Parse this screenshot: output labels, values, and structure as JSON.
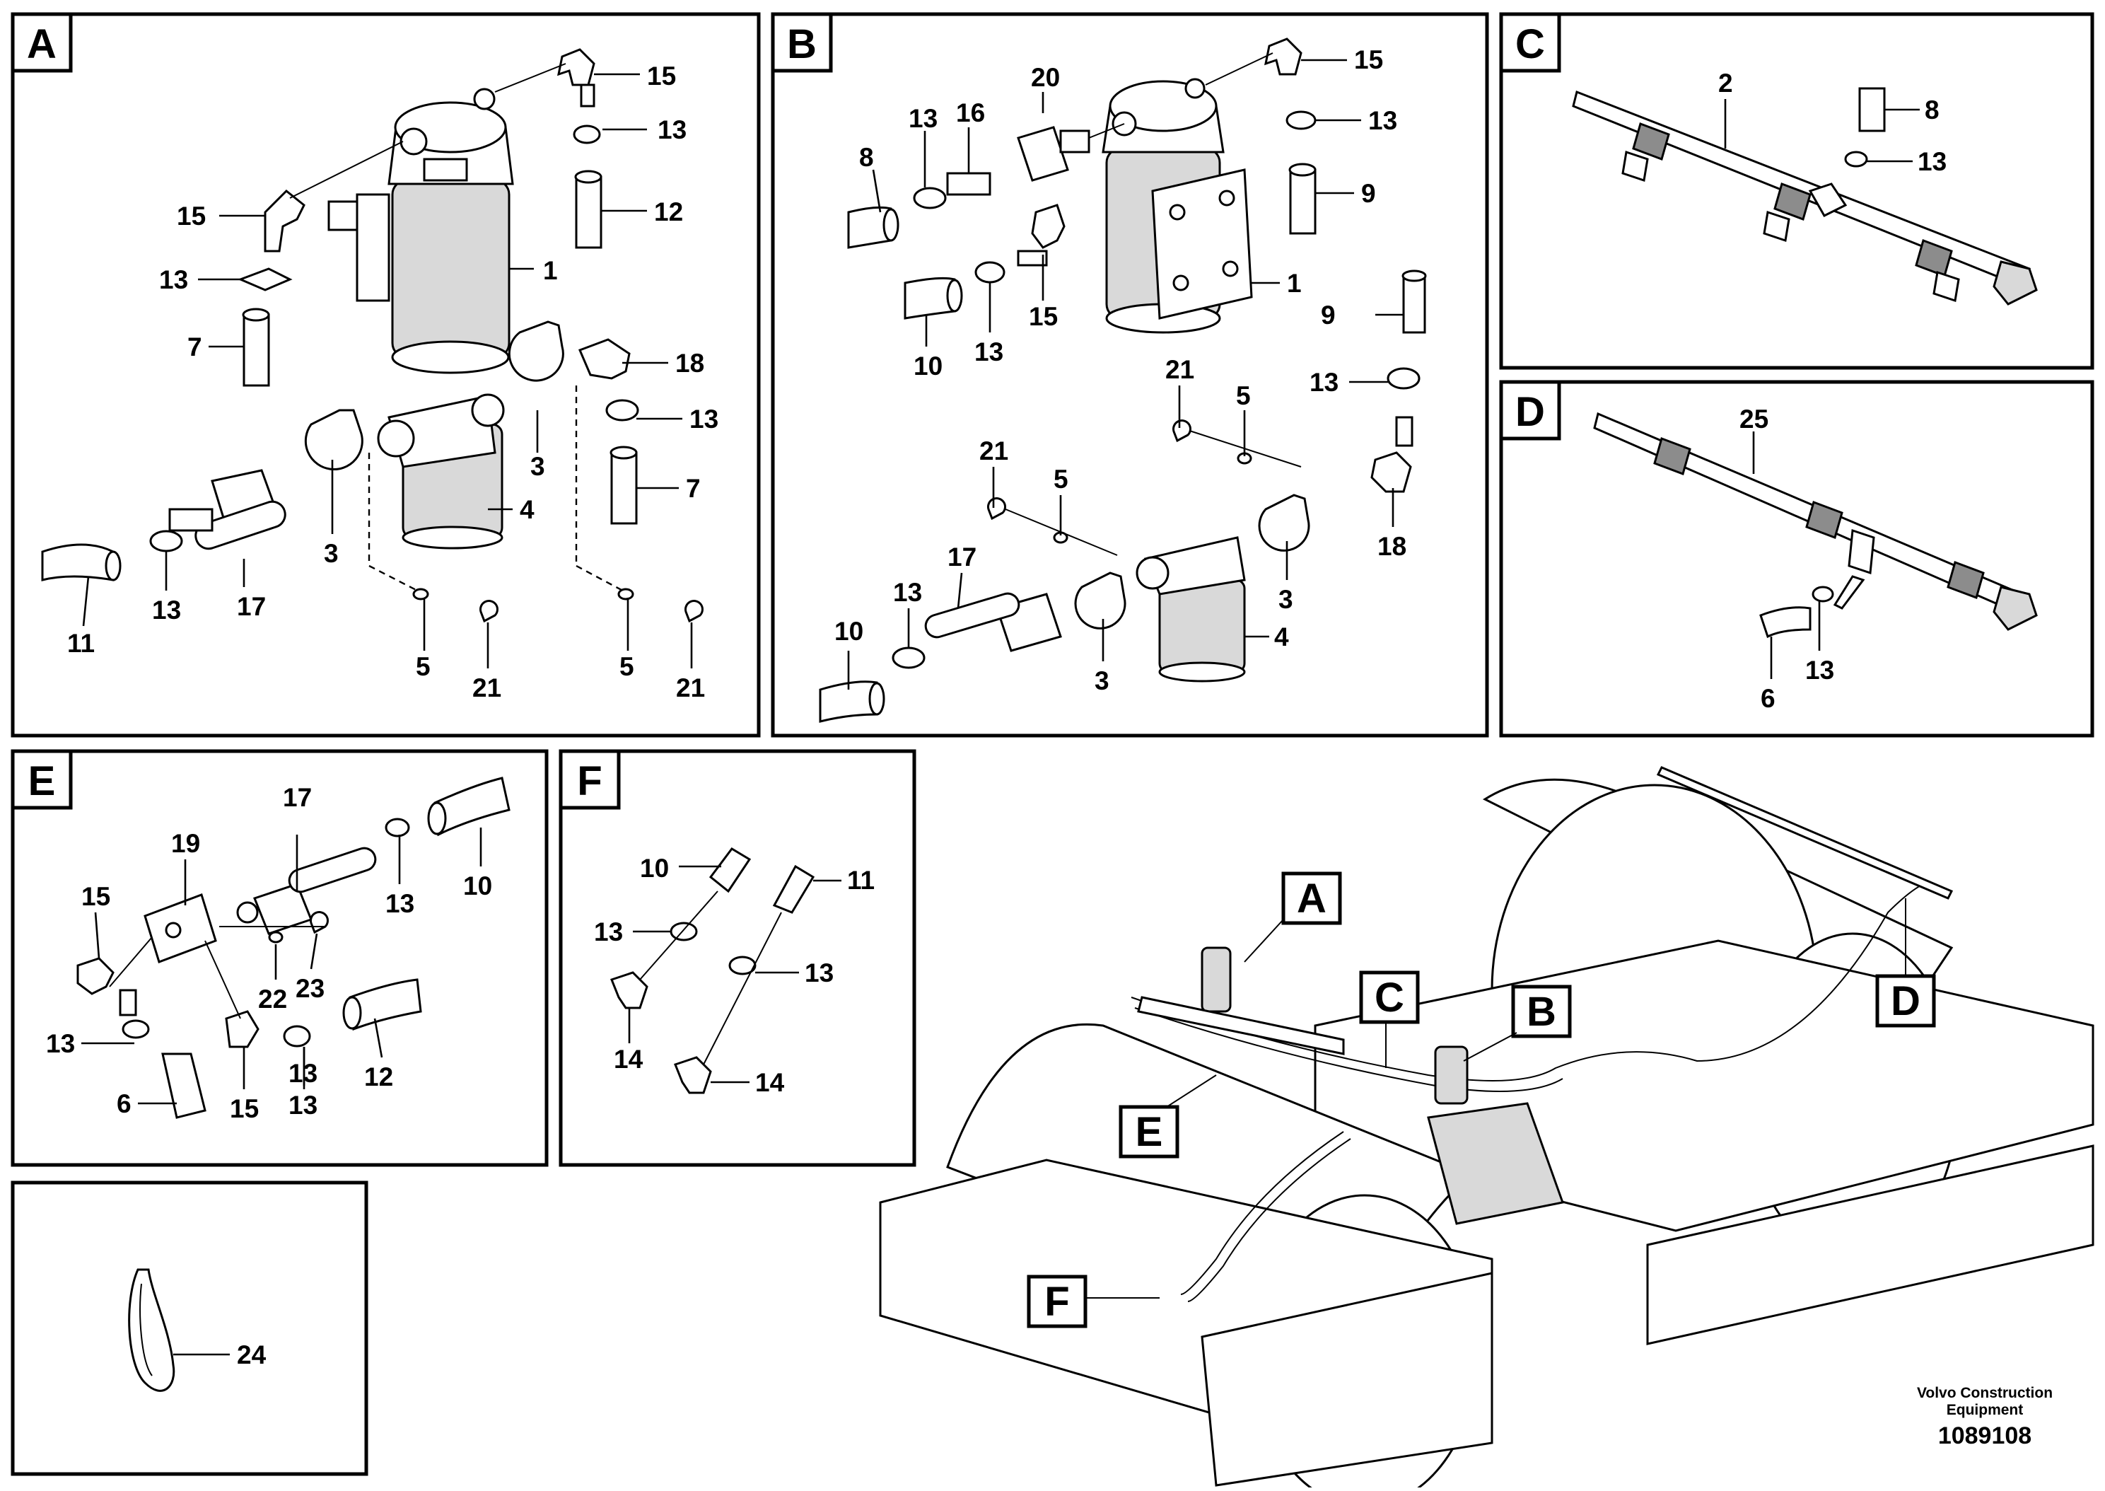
{
  "panels": {
    "A": {
      "letter": "A",
      "labels": [
        "15",
        "13",
        "12",
        "15",
        "13",
        "1",
        "7",
        "18",
        "13",
        "3",
        "7",
        "4",
        "3",
        "17",
        "13",
        "11",
        "5",
        "21",
        "5",
        "21"
      ]
    },
    "B": {
      "letter": "B",
      "labels": [
        "20",
        "15",
        "13",
        "16",
        "8",
        "13",
        "9",
        "1",
        "15",
        "10",
        "13",
        "9",
        "21",
        "5",
        "13",
        "21",
        "5",
        "17",
        "18",
        "13",
        "3",
        "10",
        "4",
        "3"
      ]
    },
    "C": {
      "letter": "C",
      "labels": [
        "2",
        "8",
        "13"
      ]
    },
    "D": {
      "letter": "D",
      "labels": [
        "25",
        "13",
        "6"
      ]
    },
    "E": {
      "letter": "E",
      "labels": [
        "17",
        "19",
        "13",
        "10",
        "15",
        "13",
        "22",
        "23",
        "12",
        "13",
        "6",
        "15",
        "13"
      ]
    },
    "F": {
      "letter": "F",
      "labels": [
        "10",
        "11",
        "13",
        "13",
        "14",
        "14"
      ]
    },
    "G": {
      "labels": [
        "24"
      ]
    }
  },
  "overview": {
    "callouts": [
      "A",
      "C",
      "B",
      "E",
      "D",
      "F"
    ]
  },
  "footer": {
    "brand_line1": "Volvo Construction",
    "brand_line2": "Equipment",
    "doc_number": "1089108"
  }
}
